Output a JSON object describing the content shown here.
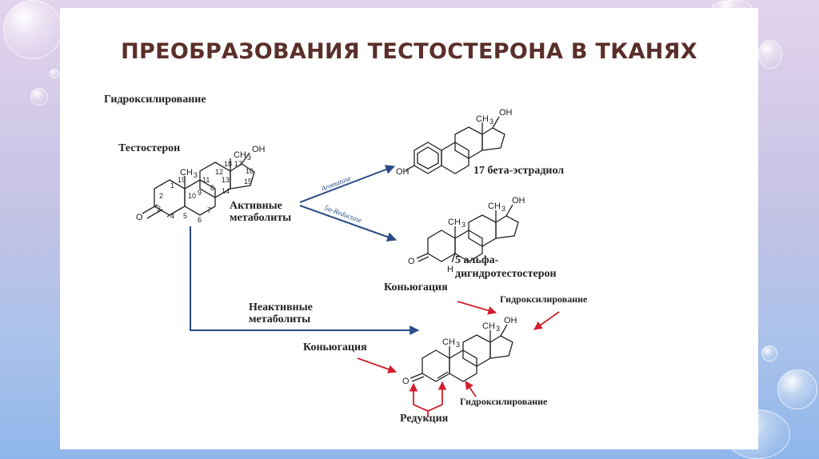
{
  "slide_title": "ПРЕОБРАЗОВАНИЯ ТЕСТОСТЕРОНА В ТКАНЯХ",
  "labels": {
    "hydroxylation_top": "Гидроксилирование",
    "testosterone": "Тестостерон",
    "active_metabolites": "Активные\nметаболиты",
    "inactive_metabolites": "Неактивные\nметаболиты",
    "estradiol": "17 бета-эстрадиол",
    "dht": "5 альфа-\nдигидротестостерон",
    "conjugation_1": "Коньюгация",
    "hydroxylation_2": "Гидроксилирование",
    "conjugation_2": "Коньюгация",
    "hydroxylation_3": "Гидроксилирование",
    "reduction": "Редукция"
  },
  "enzymes": {
    "aromatase": "Aromatase",
    "reductase": "5α-Reductase"
  },
  "atoms": {
    "oh": "OH",
    "ch3": "CH",
    "sub3": "3",
    "o": "O",
    "h": "H",
    "ho": "OH"
  },
  "ring_numbers": [
    "1",
    "2",
    "3",
    "4",
    "5",
    "6",
    "7",
    "8",
    "9",
    "10",
    "11",
    "12",
    "13",
    "14",
    "15",
    "16",
    "17",
    "18",
    "19"
  ],
  "colors": {
    "arrow_blue": "#2a4c86",
    "arrow_red": "#d0202c",
    "title": "#5a2f2a"
  }
}
